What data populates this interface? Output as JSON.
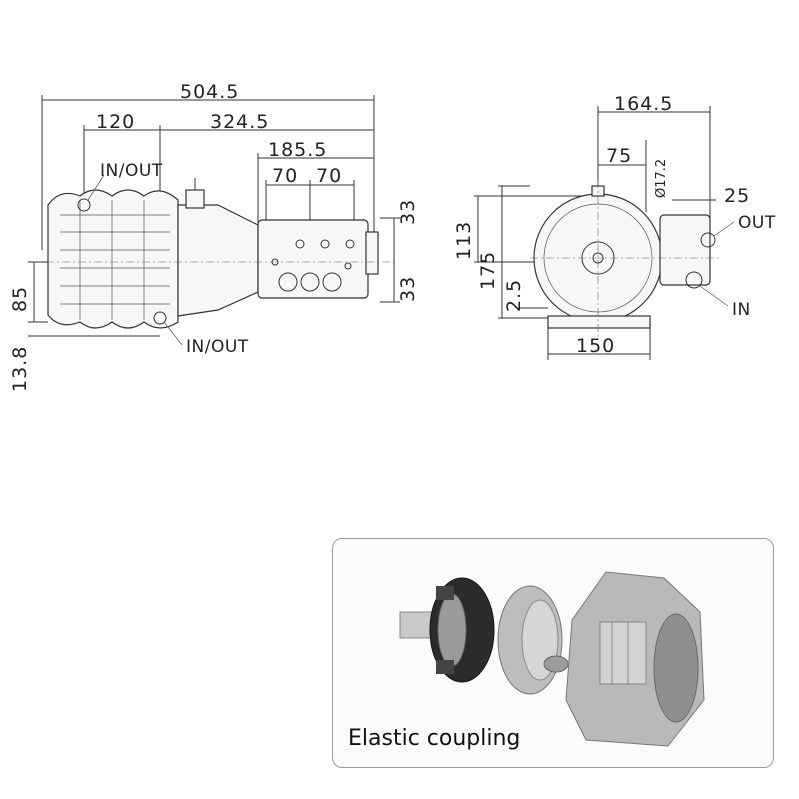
{
  "side_view": {
    "dim_total": "504.5",
    "dim_a": "120",
    "dim_b": "324.5",
    "dim_c": "185.5",
    "dim_d1": "70",
    "dim_d2": "70",
    "dim_right_top": "33",
    "dim_right_bottom": "33",
    "dim_left_mid": "85",
    "dim_left_bottom": "13.8",
    "label_in_out_top": "IN/OUT",
    "label_in_out_bottom": "IN/OUT"
  },
  "front_view": {
    "dim_width_top": "164.5",
    "dim_half": "75",
    "dim_diameter": "Ø17.2",
    "dim_25": "25",
    "dim_113": "113",
    "dim_175": "175",
    "dim_2_5": "2.5",
    "dim_150": "150",
    "label_out": "OUT",
    "label_in": "IN"
  },
  "photo": {
    "caption": "Elastic coupling"
  }
}
